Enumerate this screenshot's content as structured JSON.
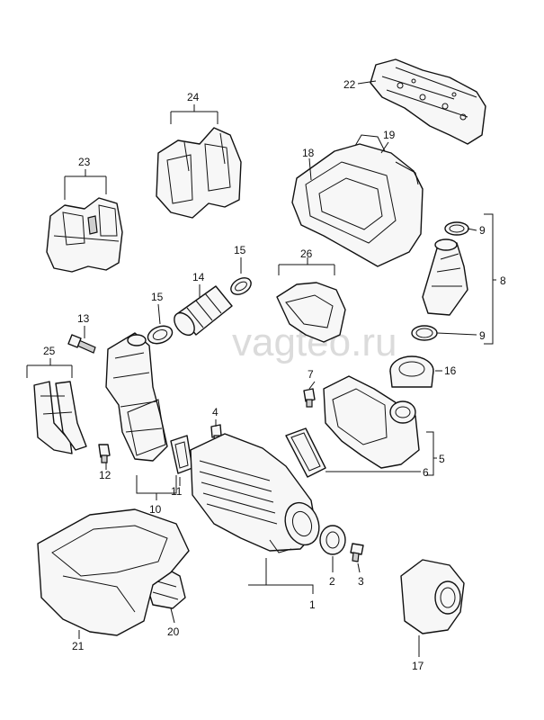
{
  "watermark": "vagteo.ru",
  "labels": {
    "l1": "1",
    "l2": "2",
    "l3": "3",
    "l4": "4",
    "l5": "5",
    "l6": "6",
    "l7": "7",
    "l8": "8",
    "l9a": "9",
    "l9b": "9",
    "l10": "10",
    "l11": "11",
    "l12": "12",
    "l13": "13",
    "l14": "14",
    "l15a": "15",
    "l15b": "15",
    "l16": "16",
    "l17": "17",
    "l18": "18",
    "l19": "19",
    "l20": "20",
    "l21": "21",
    "l22": "22",
    "l23": "23",
    "l24": "24",
    "l25": "25",
    "l26": "26"
  }
}
